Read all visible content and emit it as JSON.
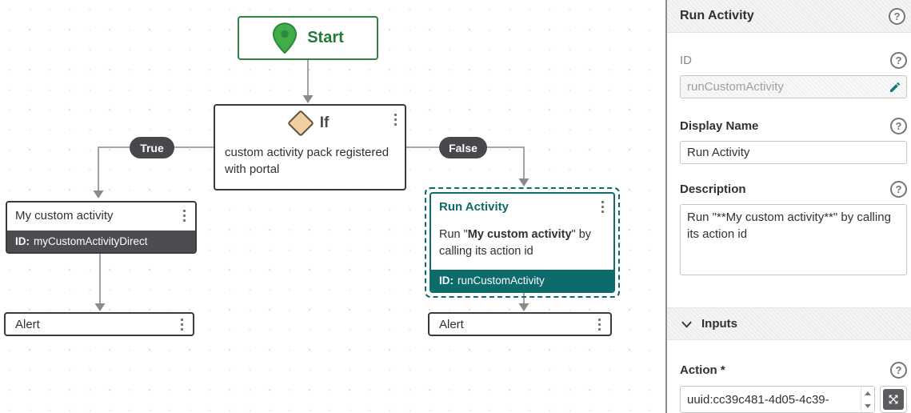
{
  "colors": {
    "accent_teal": "#0e6b6b",
    "start_green": "#2e8540",
    "node_border": "#3b3a39",
    "pill_bg": "#48474b",
    "connector_gray": "#8a8a8a",
    "diamond_fill": "#f0d0a0"
  },
  "canvas": {
    "start_node": {
      "label": "Start"
    },
    "if_node": {
      "title": "If",
      "description": "custom activity pack registered with portal"
    },
    "branch_true_label": "True",
    "branch_false_label": "False",
    "my_custom_activity_node": {
      "title": "My custom activity",
      "id_label": "ID:",
      "id_value": "myCustomActivityDirect"
    },
    "run_activity_node": {
      "title": "Run Activity",
      "desc_prefix": "Run \"",
      "desc_bold": "My custom activity",
      "desc_suffix": "\" by calling its action id",
      "id_label": "ID:",
      "id_value": "runCustomActivity"
    },
    "alert_node_left": {
      "title": "Alert"
    },
    "alert_node_right": {
      "title": "Alert"
    }
  },
  "panel": {
    "title": "Run Activity",
    "help_glyph": "?",
    "id_field": {
      "label": "ID",
      "value": "runCustomActivity"
    },
    "display_name_field": {
      "label": "Display Name",
      "value": "Run Activity"
    },
    "description_field": {
      "label": "Description",
      "value": "Run \"**My custom activity**\" by calling its action id"
    },
    "inputs_section_label": "Inputs",
    "action_field": {
      "label": "Action *",
      "value": "uuid:cc39c481-4d05-4c39-"
    }
  }
}
